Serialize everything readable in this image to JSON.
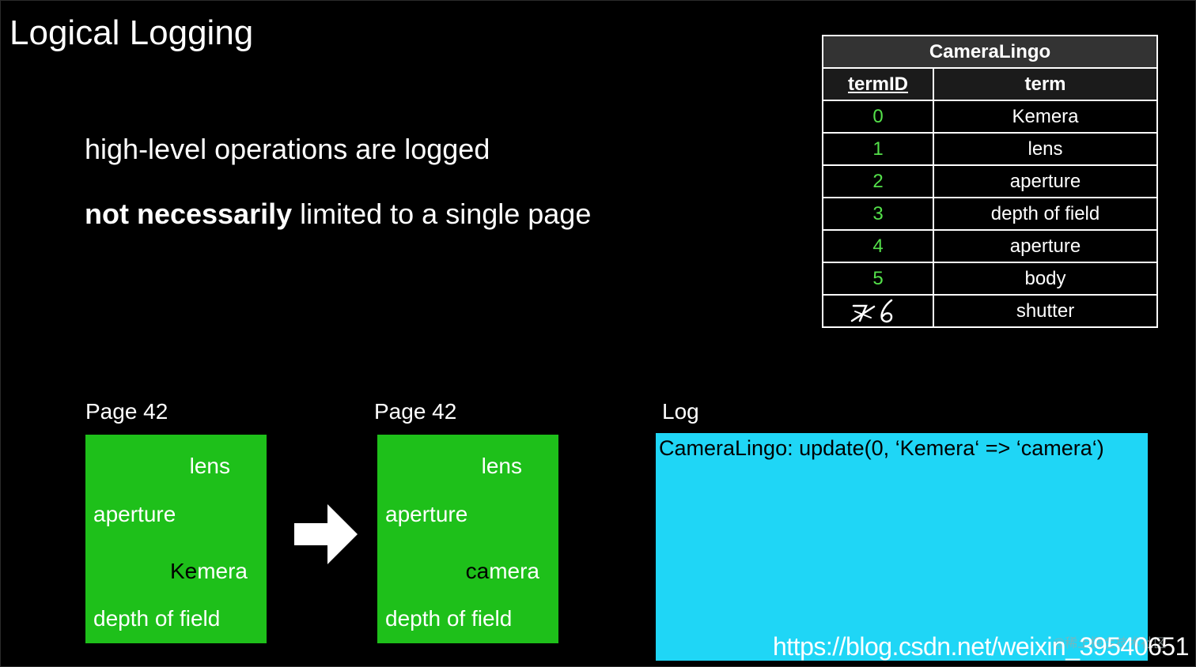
{
  "slide": {
    "title": "Logical Logging",
    "bullet1": "high-level operations are logged",
    "bullet2_strong": "not necessarily",
    "bullet2_rest": " limited to a single page"
  },
  "table": {
    "caption": "CameraLingo",
    "col_id": "termID",
    "col_term": "term",
    "rows": [
      {
        "id": "0",
        "term": "Kemera"
      },
      {
        "id": "1",
        "term": "lens"
      },
      {
        "id": "2",
        "term": "aperture"
      },
      {
        "id": "3",
        "term": "depth of field"
      },
      {
        "id": "4",
        "term": "aperture"
      },
      {
        "id": "5",
        "term": "body"
      },
      {
        "id": "x 6",
        "term": "shutter"
      }
    ],
    "id_color": "#54e04a"
  },
  "pages": {
    "label_before": "Page 42",
    "label_after": "Page 42",
    "before": {
      "lens": "lens",
      "aperture": "aperture",
      "hi_dark": "Ke",
      "hi_rest": "mera",
      "dof": "depth of field"
    },
    "after": {
      "lens": "lens",
      "aperture": "aperture",
      "hi_dark": "ca",
      "hi_rest": "mera",
      "dof": "depth of field"
    },
    "page_color": "#1ec01a"
  },
  "log": {
    "label": "Log",
    "entry": "CameraLingo: update(0, ‘Kemera‘ => ‘camera‘)",
    "box_color": "#1fd6f6"
  },
  "watermark": {
    "url": "https://blog.csdn.net/weixin_39540651",
    "site": "@稀土掘金技术社区"
  }
}
